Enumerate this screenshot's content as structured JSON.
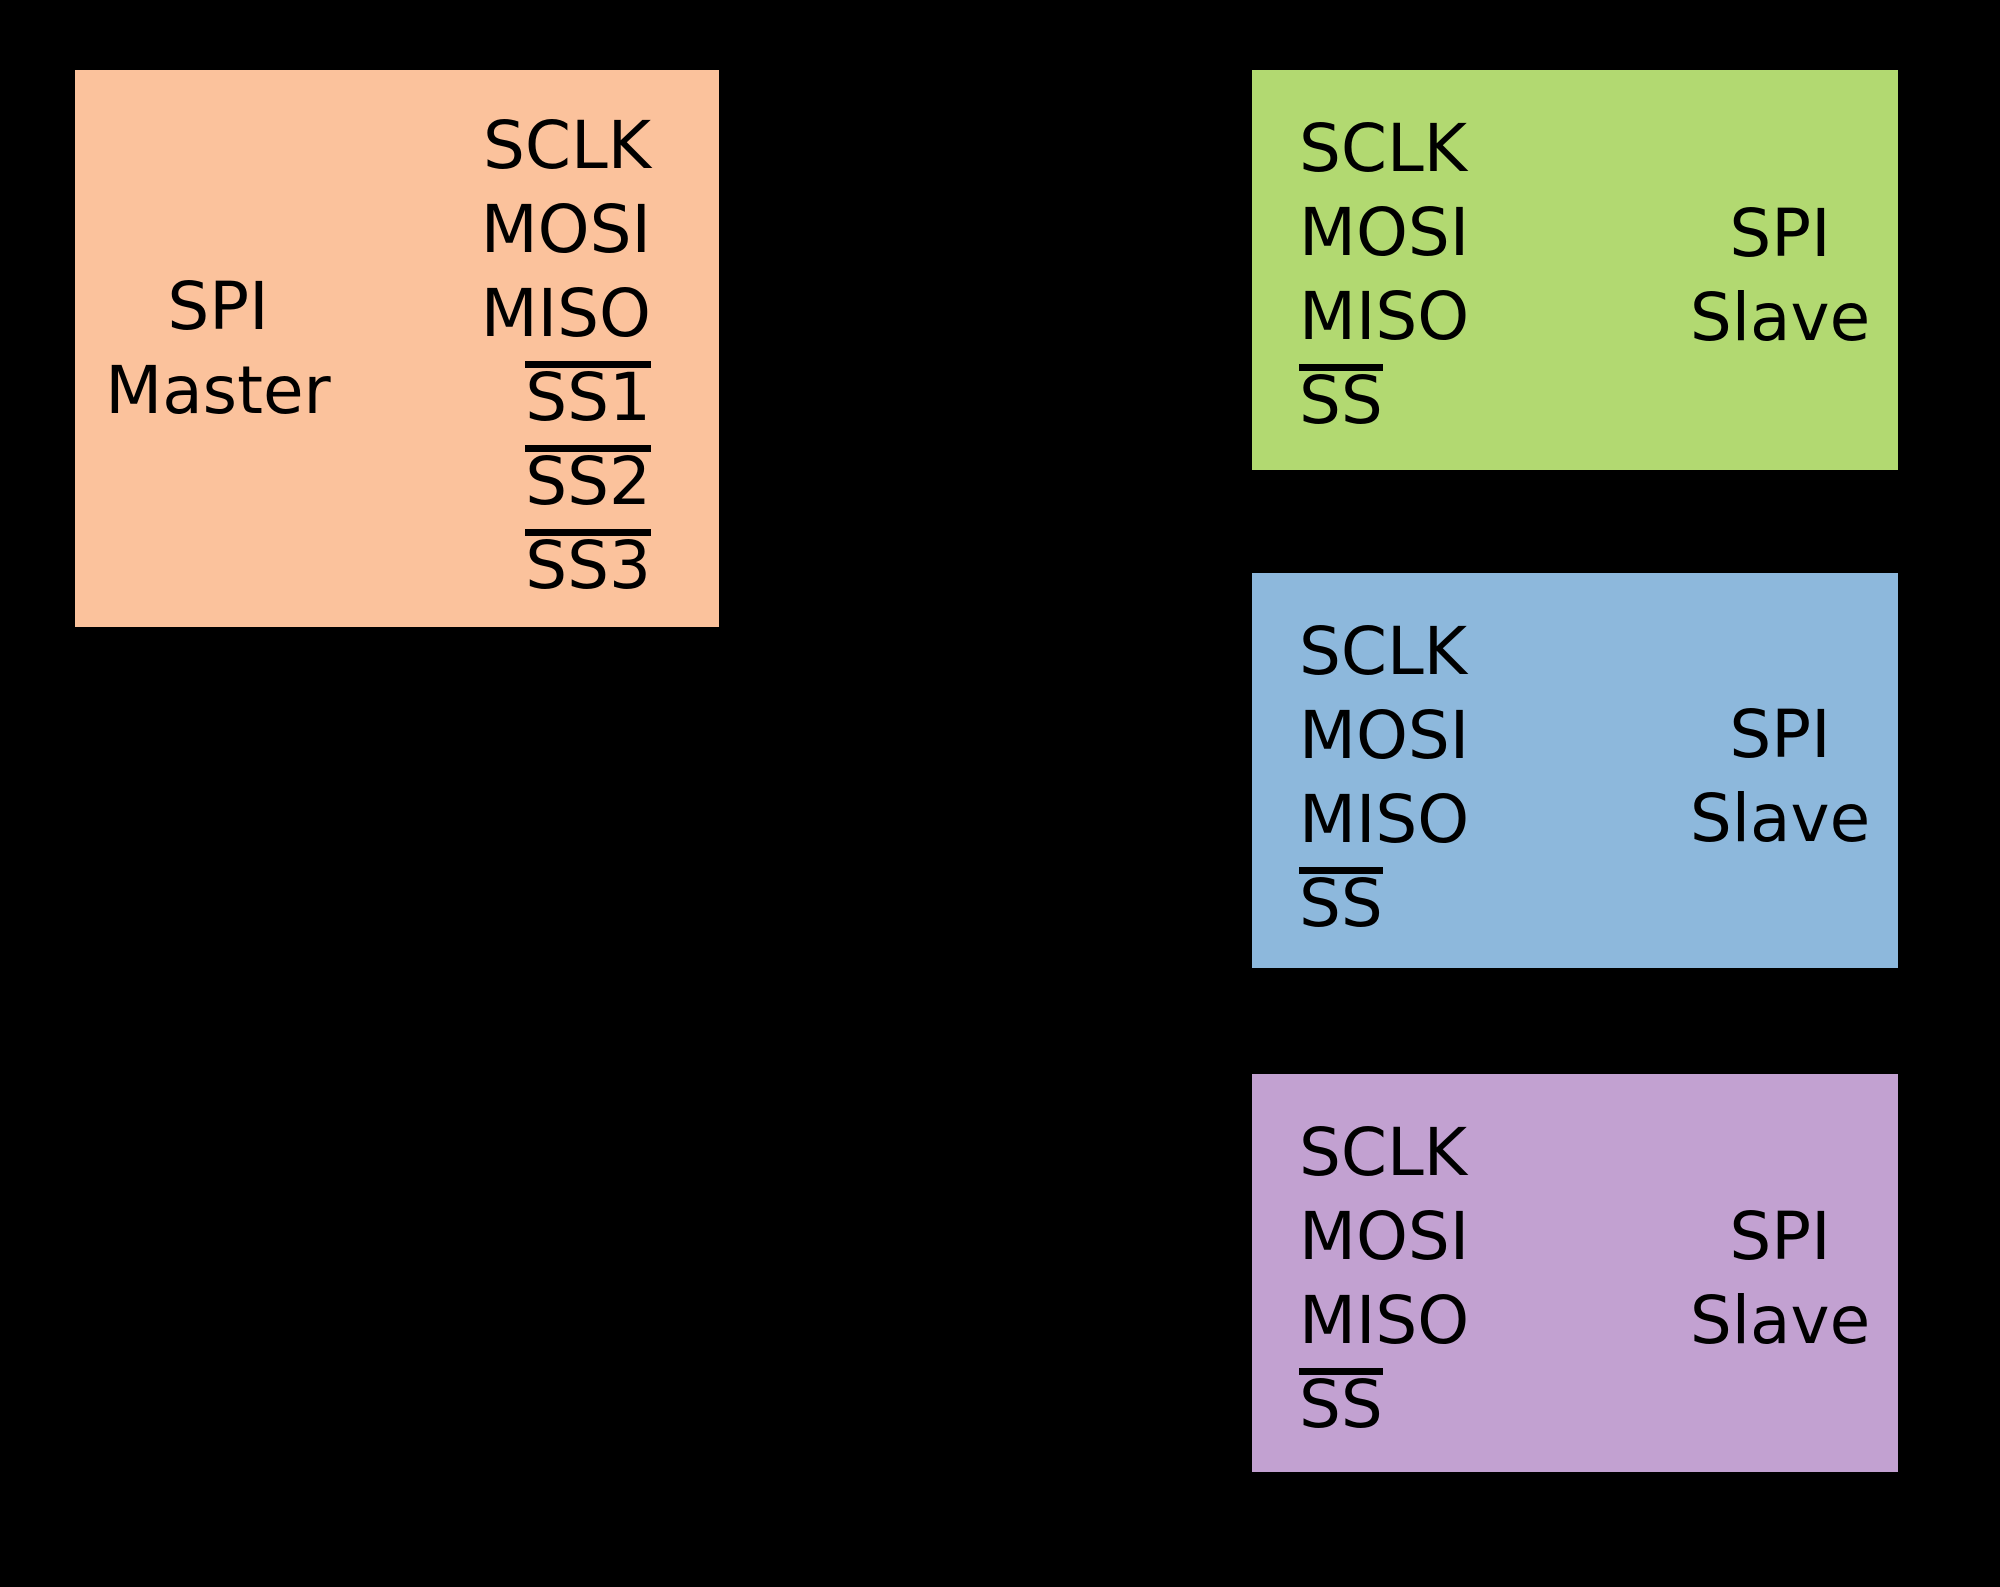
{
  "background_color": "#000000",
  "text_color": "#000000",
  "master": {
    "color": "#FBC29C",
    "title_lines": [
      "SPI",
      "Master"
    ],
    "pins": [
      {
        "label": "SCLK",
        "overline": false
      },
      {
        "label": "MOSI",
        "overline": false
      },
      {
        "label": "MISO",
        "overline": false
      },
      {
        "label": "SS1",
        "overline": true
      },
      {
        "label": "SS2",
        "overline": true
      },
      {
        "label": "SS3",
        "overline": true
      }
    ]
  },
  "slaves": [
    {
      "color": "#B2D971",
      "title_lines": [
        "SPI",
        "Slave"
      ],
      "pins": [
        {
          "label": "SCLK",
          "overline": false
        },
        {
          "label": "MOSI",
          "overline": false
        },
        {
          "label": "MISO",
          "overline": false
        },
        {
          "label": "SS",
          "overline": true
        }
      ]
    },
    {
      "color": "#8DB8DC",
      "title_lines": [
        "SPI",
        "Slave"
      ],
      "pins": [
        {
          "label": "SCLK",
          "overline": false
        },
        {
          "label": "MOSI",
          "overline": false
        },
        {
          "label": "MISO",
          "overline": false
        },
        {
          "label": "SS",
          "overline": true
        }
      ]
    },
    {
      "color": "#C2A1D1",
      "title_lines": [
        "SPI",
        "Slave"
      ],
      "pins": [
        {
          "label": "SCLK",
          "overline": false
        },
        {
          "label": "MOSI",
          "overline": false
        },
        {
          "label": "MISO",
          "overline": false
        },
        {
          "label": "SS",
          "overline": true
        }
      ]
    }
  ]
}
